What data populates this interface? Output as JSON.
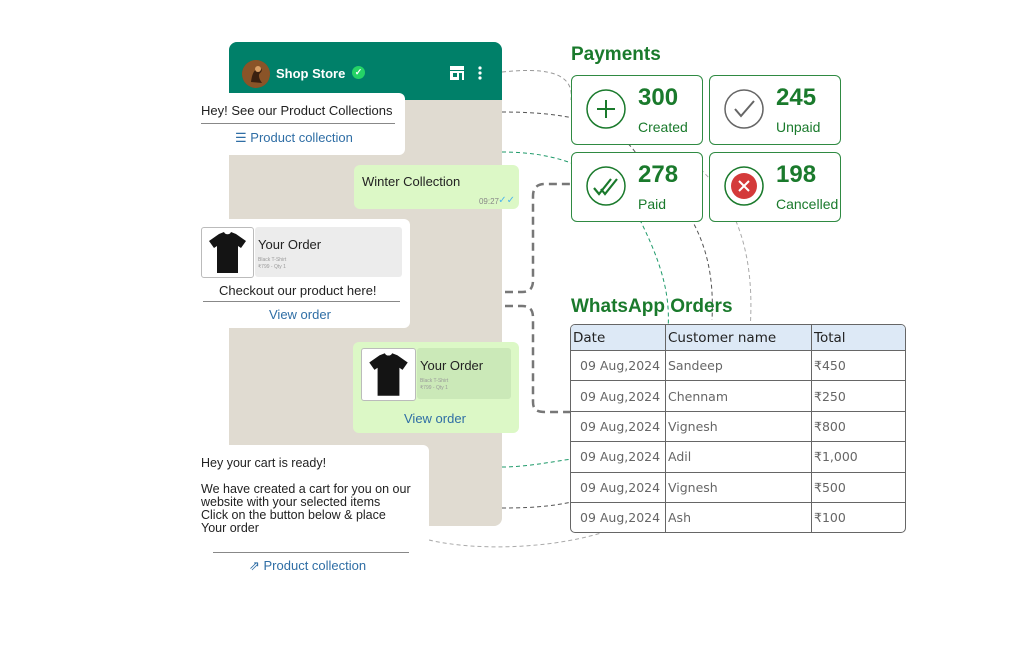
{
  "chat": {
    "store_name": "Shop Store",
    "msg1": {
      "text": "Hey! See our Product Collections",
      "link": "Product collection"
    },
    "msg2": {
      "text": "Winter Collection",
      "time": "09:27"
    },
    "msg3": {
      "card_title": "Your Order",
      "card_line1": "Black T-Shirt",
      "card_line2": "₹799 - Qty 1",
      "text": "Checkout our product here!",
      "link": "View order"
    },
    "msg4": {
      "card_title": "Your Order",
      "card_line1": "Black T-Shirt",
      "card_line2": "₹799 - Qty 1",
      "link": "View order"
    },
    "msg5": {
      "line1": "Hey your cart is ready!",
      "line2": "We have created a cart for you on our",
      "line3": "website with your selected items",
      "line4": "Click on the button below & place",
      "line5": "Your order",
      "link": "Product collection"
    }
  },
  "payments": {
    "title": "Payments",
    "cards": [
      {
        "value": "300",
        "label": "Created",
        "icon": "plus-icon"
      },
      {
        "value": "245",
        "label": "Unpaid",
        "icon": "check-icon"
      },
      {
        "value": "278",
        "label": "Paid",
        "icon": "double-check-icon"
      },
      {
        "value": "198",
        "label": "Cancelled",
        "icon": "cancel-icon"
      }
    ]
  },
  "orders": {
    "title": "WhatsApp Orders",
    "headers": [
      "Date",
      "Customer name",
      "Total"
    ],
    "rows": [
      [
        "09 Aug,2024",
        "Sandeep",
        "₹450"
      ],
      [
        "09 Aug,2024",
        "Chennam",
        "₹250"
      ],
      [
        "09 Aug,2024",
        "Vignesh",
        "₹800"
      ],
      [
        "09 Aug,2024",
        "Adil",
        "₹1,000"
      ],
      [
        "09 Aug,2024",
        "Vignesh",
        "₹500"
      ],
      [
        "09 Aug,2024",
        "Ash",
        "₹100"
      ]
    ]
  },
  "colors": {
    "whatsapp_green": "#008069",
    "accent_green": "#1a7a2c",
    "link_blue": "#2f6ea5",
    "outgoing_bubble": "#dcf8c6",
    "chat_background": "#e0dbd1",
    "table_header": "#dde9f6"
  }
}
